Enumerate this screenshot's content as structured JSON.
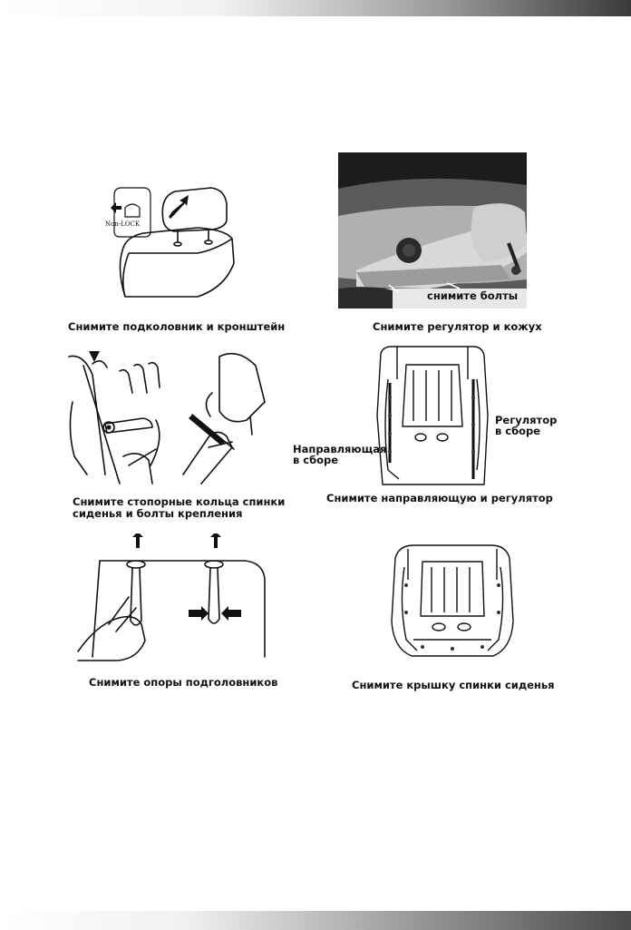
{
  "steps": [
    {
      "caption": "Снимите подколовник и кронштейн",
      "callouts": [
        "Non-LOCK"
      ]
    },
    {
      "caption": "Снимите регулятор и кожух",
      "callouts": [
        "снимите болты"
      ]
    },
    {
      "caption_lines": [
        "Снимите стопорные кольца спинки",
        "сиденья и болты крепления"
      ]
    },
    {
      "caption": "Снимите направляющую и регулятор",
      "callouts": [
        [
          "Регулятор",
          "в сборе"
        ],
        [
          "Направляющая",
          "в сборе"
        ]
      ]
    },
    {
      "caption": "Снимите опоры подголовников"
    },
    {
      "caption": "Снимите крышку  спинки сиденья"
    }
  ],
  "colors": {
    "photo_dark": "#1c1c1c",
    "photo_light": "#d8d8d8",
    "ink": "#111111"
  }
}
